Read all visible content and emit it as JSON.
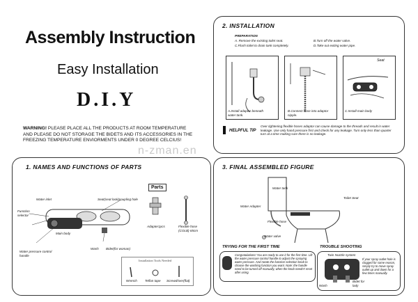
{
  "header": {
    "title": "Assembly Instruction",
    "subtitle": "Easy Installation",
    "diy": "D.I.Y"
  },
  "warning": {
    "label": "WARNING!",
    "text": "PLEASE PLACE ALL THE PRODUCTS AT ROOM TEMPERATURE AND PLEASE DO NOT STORAGE THE BIDETS AND ITS ACCESSORIES IN THE FREEZING TEMPERATURE ENVIORMENTS UNDER 0 DEGREE CELCIUS!"
  },
  "watermark": "n-zman.en",
  "installation": {
    "title": "2. INSTALLATION",
    "prep_title": "PREPARATION",
    "prep_a": "A. Remove the existing toilet seat.",
    "prep_b": "B.Turn off the water valve.",
    "prep_c": "C.Flush toilet to drain tank completely.",
    "prep_d": "D.Take out exiting water pipe.",
    "seat_label": "Seat",
    "step_a": "A.Install adaptor beneath water tank.",
    "step_b": "B.Connect hose into adaptor nipple.",
    "step_c": "C.Install main body",
    "tip_label": "HELPFUL TIP",
    "tip_text": "Over tightening flexible hoses adaptor can cause damage to the threads and result in water leakage. Use only hand pressure first and check for any leakage. Turn only less than quarter turn at a time making sure there is no leakage."
  },
  "names": {
    "title": "1. NAMES AND FUNCTIONS OF PARTS",
    "parts_label": "Parts",
    "water_inlet": "Water inlet",
    "seat_fix": "Seat(seat look)coupling hole",
    "function_selector": "Function selector",
    "main_body": "Main body",
    "adapter": "Adapter1pcs",
    "flexible_hose": "Flexible hose (COLB) 65cm",
    "water_pressure": "Water pressure control handle",
    "wash": "Wash",
    "bidet": "Bidet(for woman)",
    "tools_title": "Installation Tools Needed",
    "tool_wrench": "Wrench",
    "tool_teflon": "Teflon tape",
    "tool_screwdriver": "Screwdriver(flat)"
  },
  "final": {
    "title": "3. FINAL ASSEMBLED FIGURE",
    "water_tank": "Water tank",
    "toilet_seat": "Toilet Seat",
    "water_adapter": "Water Adapter",
    "flexible_hose": "Flexible hose",
    "water_valve": "Water valve",
    "trying_title": "TRYING FOR THE FIRST TIME",
    "trying_text": "Congratulations! You are ready to use it for the first time. Lift the water pressure control handle to adjust the spraying water pressure. And rotate the function selection knob to choose the washing function you want. Note: the handle need to be turned off manually, when the knob needn't reset after using.",
    "trouble_title": "TROUBLE SHOOTING",
    "nozzle_title": "Twin Nozzle system",
    "trouble_text": "If your spray outlet hole is clogged for some reason, simply try to move spray outlet up and down for a few times manually.",
    "wash": "Wash",
    "bidet": "Bidet for lady"
  }
}
